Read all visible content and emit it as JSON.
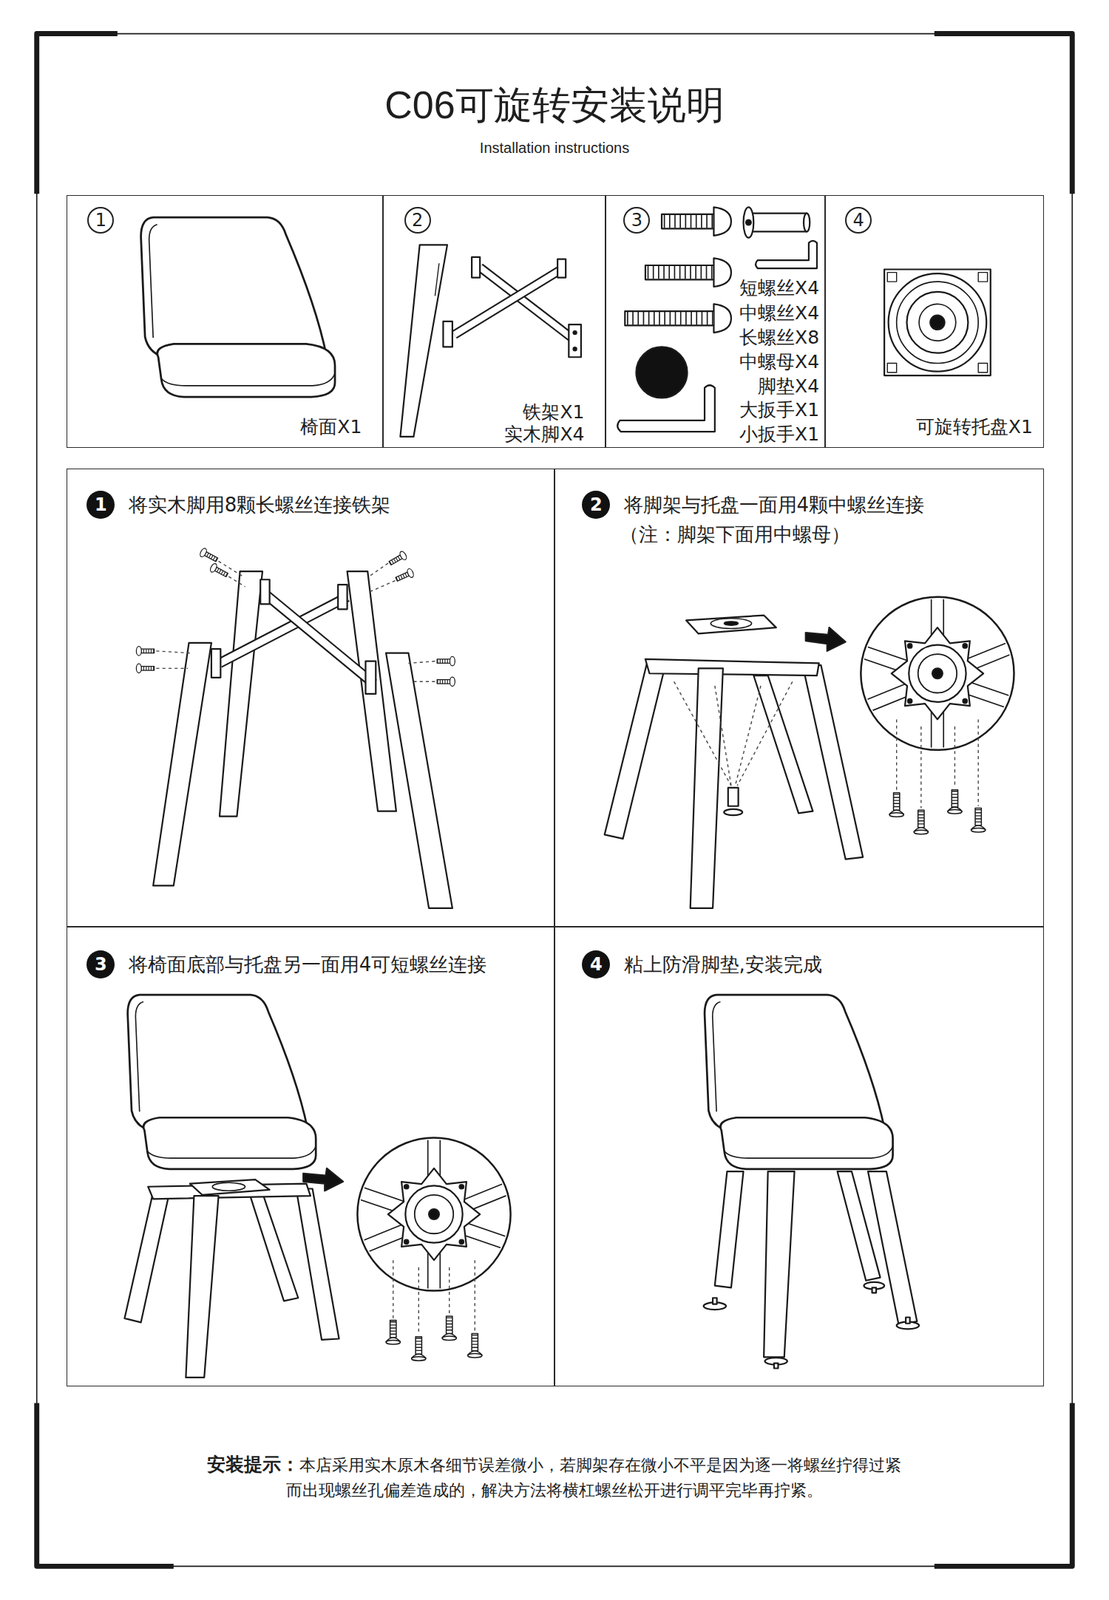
{
  "diagram": {
    "title": "C06可旋转安装说明",
    "nodes": [
      {
        "text": [
          "1",
          "椅面X1"
        ]
      },
      {
        "text": [
          "2",
          "铁架X1",
          "实木脚X4"
        ]
      },
      {
        "text": [
          "3",
          "短螺丝X4",
          "中螺丝X4",
          "长螺丝X8",
          "中螺母X4",
          "脚垫X4",
          "大扳手X1",
          "小扳手X1"
        ]
      },
      {
        "text": [
          "4",
          "可旋转托盘X1"
        ]
      },
      {
        "text": [
          "1",
          "将实木脚用8颗长螺丝连接铁架"
        ]
      },
      {
        "text": [
          "2",
          "将脚架与托盘一面用4颗中螺丝连接",
          "（注：脚架下面用中螺母）"
        ]
      },
      {
        "text": [
          "3",
          "将椅面底部与托盘另一面用4可短螺丝连接"
        ]
      },
      {
        "text": [
          "4",
          "粘上防滑脚垫,安装完成"
        ]
      }
    ],
    "labels": [
      "Installation instructions",
      "安装提示：",
      "本店采用实木原木各细节误差微小，若脚架存在微小不平是因为逐一将螺丝拧得过紧 而出现螺丝孔偏差造成的，解决方法将横杠螺丝松开进行调平完毕再拧紧。"
    ]
  }
}
